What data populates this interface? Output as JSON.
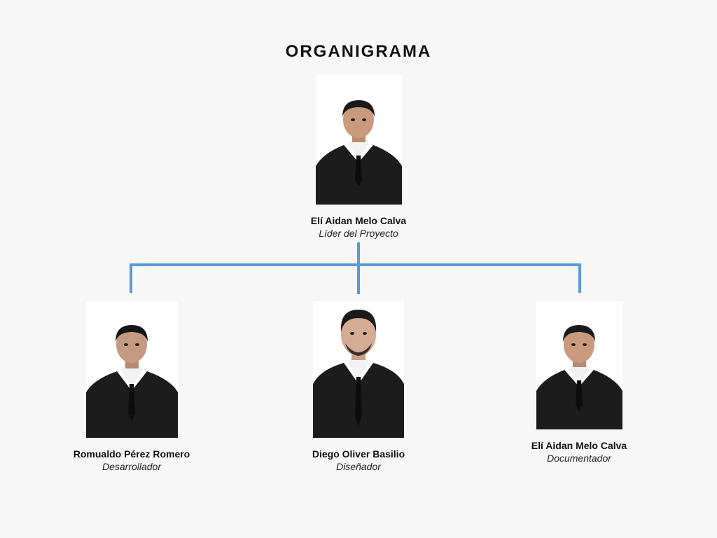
{
  "title": "ORGANIGRAMA",
  "leader": {
    "name": "Elí Aidan Melo Calva",
    "role": "Líder del Proyecto",
    "photo": "portrait-photo"
  },
  "members": [
    {
      "name": "Romualdo Pérez Romero",
      "role": "Desarrollador",
      "photo": "portrait-photo"
    },
    {
      "name": "Diego Oliver Basilio",
      "role": "Diseñador",
      "photo": "portrait-photo"
    },
    {
      "name": "Elí Aidan Melo Calva",
      "role": "Documentador",
      "photo": "portrait-photo"
    }
  ],
  "colors": {
    "connector": "#5b9bd5",
    "background": "#f7f7f7",
    "suit": "#1c1c1c"
  }
}
